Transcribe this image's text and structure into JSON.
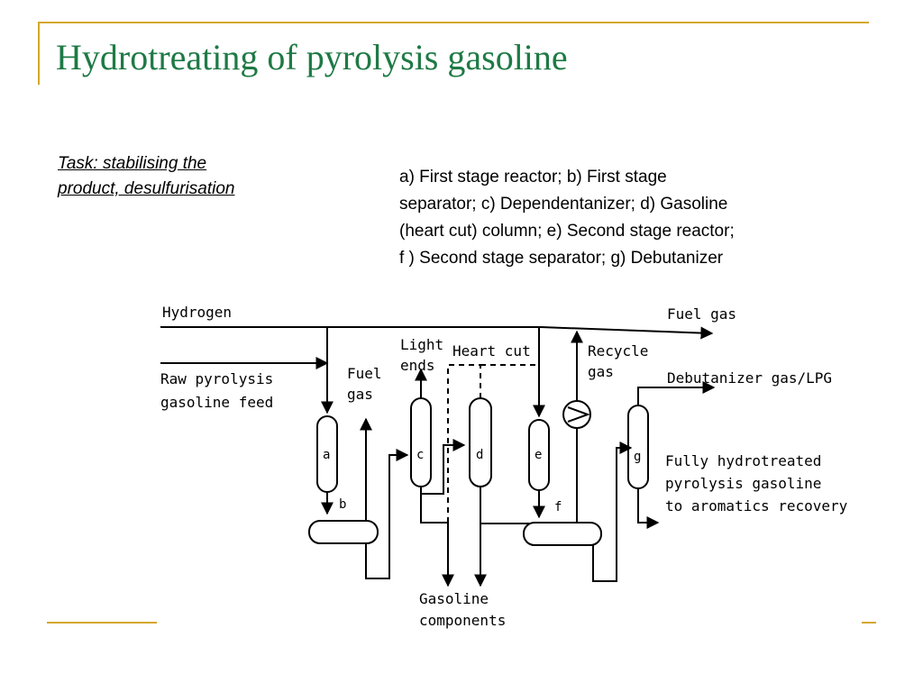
{
  "slide": {
    "title": "Hydrotreating of pyrolysis gasoline",
    "task_lines": [
      "Task: stabilising the",
      "product, desulfurisation"
    ],
    "legend_lines": [
      "a) First stage reactor; b) First stage",
      "separator; c) Dependentanizer; d) Gasoline",
      "(heart cut) column; e) Second stage reactor;",
      "f ) Second stage separator; g) Debutanizer"
    ]
  },
  "diagram": {
    "labels": {
      "hydrogen": "Hydrogen",
      "raw_feed_1": "Raw pyrolysis",
      "raw_feed_2": "gasoline feed",
      "fuel_gas_1": "Fuel",
      "fuel_gas_2": "gas",
      "light_ends_1": "Light",
      "light_ends_2": "ends",
      "heart_cut": "Heart cut",
      "recycle_1": "Recycle",
      "recycle_2": "gas",
      "fuel_gas_out": "Fuel gas",
      "debutanizer_gas": "Debutanizer gas/LPG",
      "product_1": "Fully hydrotreated",
      "product_2": "pyrolysis gasoline",
      "product_3": "to aromatics recovery",
      "gasoline_1": "Gasoline",
      "gasoline_2": "components"
    },
    "units": {
      "a": "a",
      "b": "b",
      "c": "c",
      "d": "d",
      "e": "e",
      "f": "f",
      "g": "g"
    }
  }
}
